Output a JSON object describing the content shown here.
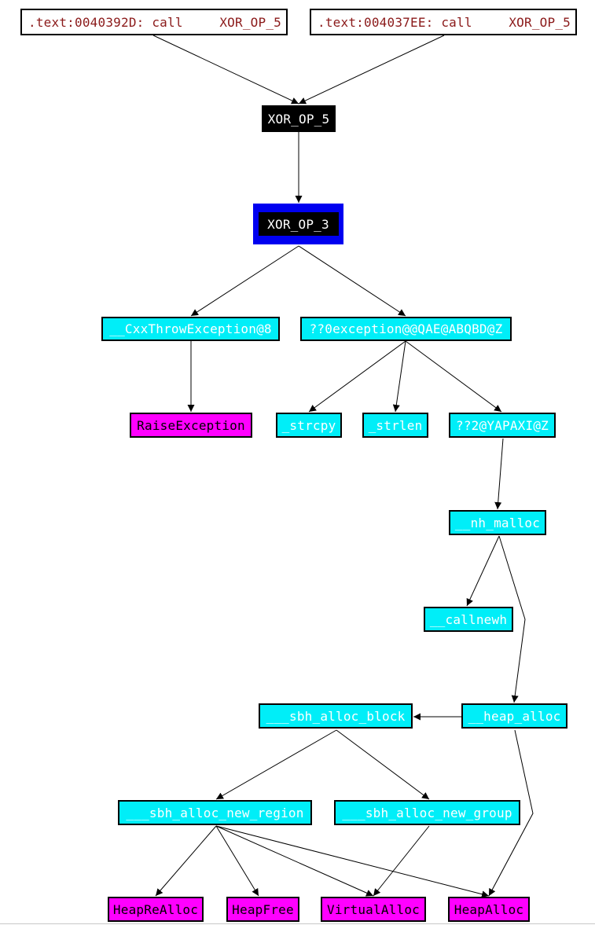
{
  "callers": {
    "ref1": {
      "addr": ".text:0040392D: call",
      "target": "XOR_OP_5"
    },
    "ref2": {
      "addr": ".text:004037EE: call",
      "target": "XOR_OP_5"
    }
  },
  "nodes": {
    "xor_op_5": "XOR_OP_5",
    "xor_op_3": "XOR_OP_3",
    "cxx_throw": "__CxxThrowException@8",
    "exception_ctor": "??0exception@@QAE@ABQBD@Z",
    "raise_exception": "RaiseException",
    "strcpy": "_strcpy",
    "strlen": "_strlen",
    "op_new": "??2@YAPAXI@Z",
    "nh_malloc": "__nh_malloc",
    "callnewh": "__callnewh",
    "heap_alloc": "__heap_alloc",
    "sbh_alloc_block": "___sbh_alloc_block",
    "sbh_alloc_new_region": "___sbh_alloc_new_region",
    "sbh_alloc_new_group": "___sbh_alloc_new_group",
    "heap_realloc": "HeapReAlloc",
    "heap_free": "HeapFree",
    "virtual_alloc": "VirtualAlloc",
    "heap_alloc_api": "HeapAlloc"
  },
  "colors": {
    "library_function": "#00eef8",
    "api_import": "#ff00ff",
    "current_function_highlight": "#0000f0",
    "function_text_on_black": "#ffffff",
    "reference_text": "#8b1a1a"
  }
}
